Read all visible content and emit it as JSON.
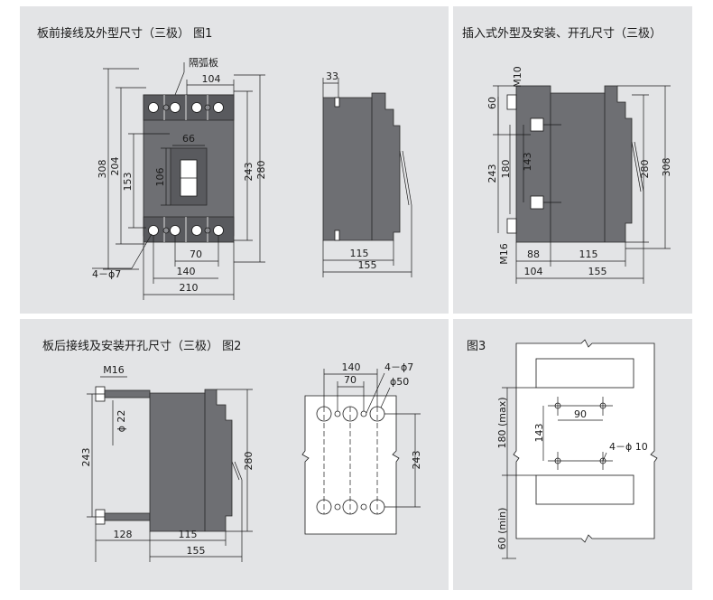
{
  "panels": {
    "front": {
      "title": "板前接线及外型尺寸（三极）  图1",
      "labels": {
        "barrier": "隔弧板",
        "hole": "4－ϕ7"
      },
      "dims": {
        "d104": "104",
        "d66": "66",
        "d308": "308",
        "d204": "204",
        "d153": "153",
        "d106": "106",
        "d243": "243",
        "d280": "280",
        "d70": "70",
        "d140": "140",
        "d210": "210",
        "d33": "33",
        "d115": "115",
        "d155": "155"
      }
    },
    "plugin": {
      "title": "插入式外型及安装、开孔尺寸（三极）",
      "dims": {
        "m10": "M10",
        "d60": "60",
        "d243": "243",
        "d180": "180",
        "d143": "143",
        "d280": "280",
        "d308": "308",
        "m16": "M16",
        "d88": "88",
        "d115": "115",
        "d104": "104",
        "d155": "155"
      }
    },
    "rear": {
      "title": "板后接线及安装开孔尺寸（三极）  图2",
      "dims": {
        "m16": "M16",
        "phi22": "ϕ 22",
        "d243": "243",
        "d280": "280",
        "d128": "128",
        "d115": "115",
        "d155": "155",
        "d140": "140",
        "d70": "70",
        "hole": "4－ϕ7",
        "phi50": "ϕ50",
        "d243b": "243"
      }
    },
    "cutout": {
      "title": "图3",
      "dims": {
        "d90": "90",
        "d143": "143",
        "d180max": "180 (max)",
        "hole": "4－ϕ 10",
        "d60min": "60 (min)"
      }
    }
  },
  "colors": {
    "panel": "#e3e4e6",
    "body": "#6e6f73",
    "line": "#1a1a1a"
  }
}
